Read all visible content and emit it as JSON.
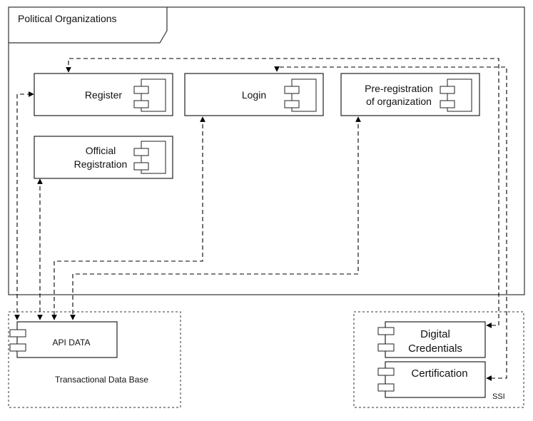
{
  "package": {
    "title": "Political Organizations"
  },
  "components": {
    "register": {
      "label": "Register"
    },
    "login": {
      "label": "Login"
    },
    "pre_registration": {
      "line1": "Pre-registration",
      "line2": "of organization"
    },
    "official_registration": {
      "line1": "Official",
      "line2": "Registration"
    },
    "api_data": {
      "label": "API DATA"
    },
    "digital_credentials": {
      "line1": "Digital",
      "line2": "Credentials"
    },
    "certification": {
      "label": "Certification"
    }
  },
  "containers": {
    "transactional": {
      "label": "Transactional Data Base"
    },
    "ssi": {
      "label": "SSI"
    }
  }
}
